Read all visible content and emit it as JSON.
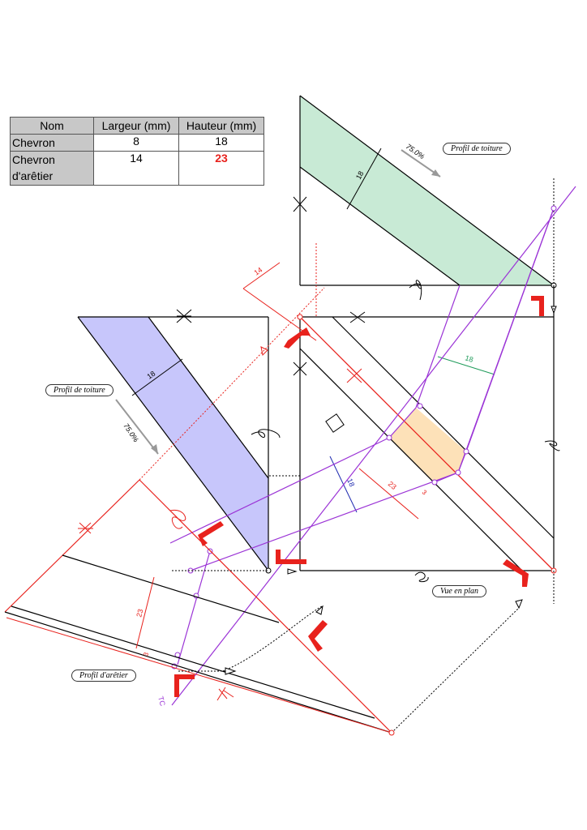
{
  "table": {
    "headers": [
      "Nom",
      "Largeur (mm)",
      "Hauteur (mm)"
    ],
    "rows": [
      {
        "name": "Chevron",
        "largeur": "8",
        "hauteur": "18"
      },
      {
        "name": "Chevron d'arêtier",
        "largeur": "14",
        "hauteur": "23"
      }
    ]
  },
  "labels": {
    "profil_toiture_top": "Profil de toiture",
    "profil_toiture_left": "Profil de toiture",
    "vue_en_plan": "Vue en plan",
    "profil_aretier": "Profil d'arêtier"
  },
  "dims": {
    "slope_top": "75.0%",
    "slope_left": "75.0%",
    "green_18": "18",
    "blue_18": "18",
    "plan_green_18": "18",
    "plan_blue_18": "18",
    "plan_red_23": "23",
    "plan_red_3": "3",
    "hip_23": "23",
    "hip_3": "3",
    "red_14": "14",
    "tc": "TC"
  },
  "colors": {
    "green_fill": "#c8ead5",
    "blue_fill": "#c7c6fb",
    "orange_fill": "#fde1b8",
    "red": "#e8221d",
    "purple": "#9b34d6",
    "dim_green": "#1f9b5a",
    "dim_blue": "#1f2bb0"
  }
}
